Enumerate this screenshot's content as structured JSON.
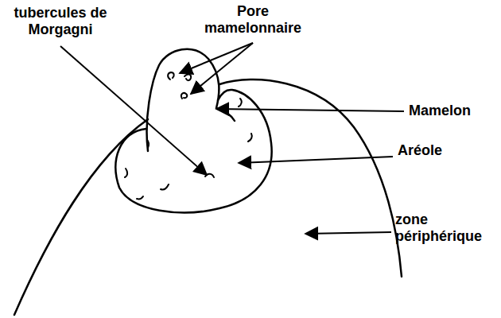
{
  "diagram": {
    "labels": [
      "tubercules de Morgagni",
      "Pore mamelonnaire",
      "Mamelon",
      "Aréole",
      "zone périphérique"
    ]
  }
}
